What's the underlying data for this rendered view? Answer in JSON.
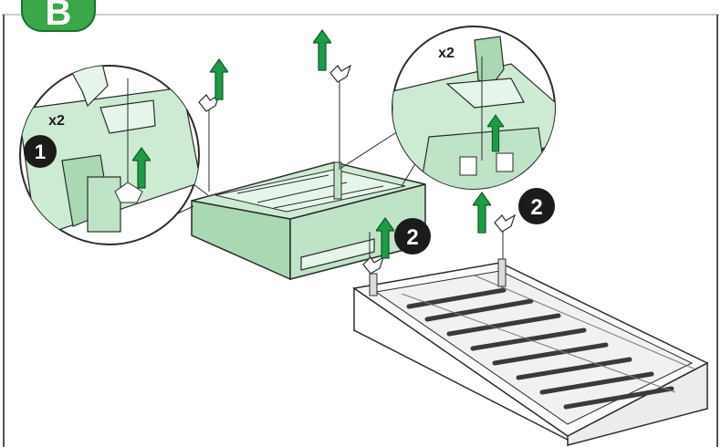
{
  "step_badge": {
    "letter": "B",
    "color": "#3aa84a"
  },
  "callouts": {
    "left_quantity": "x2",
    "left_step": "1",
    "right_quantity": "x2",
    "right_step": "2",
    "tray_step": "2"
  },
  "colors": {
    "part_fill": "#cdebd3",
    "part_fill_dark": "#a9d8b3",
    "arrow_green": "#1f9a46",
    "outline": "#2b2b2b",
    "badge_dark": "#1b1b1b",
    "grille": "#3a3a3a"
  },
  "icons": [
    "up-arrow-icon",
    "screw-icon",
    "magnifier-circle"
  ]
}
